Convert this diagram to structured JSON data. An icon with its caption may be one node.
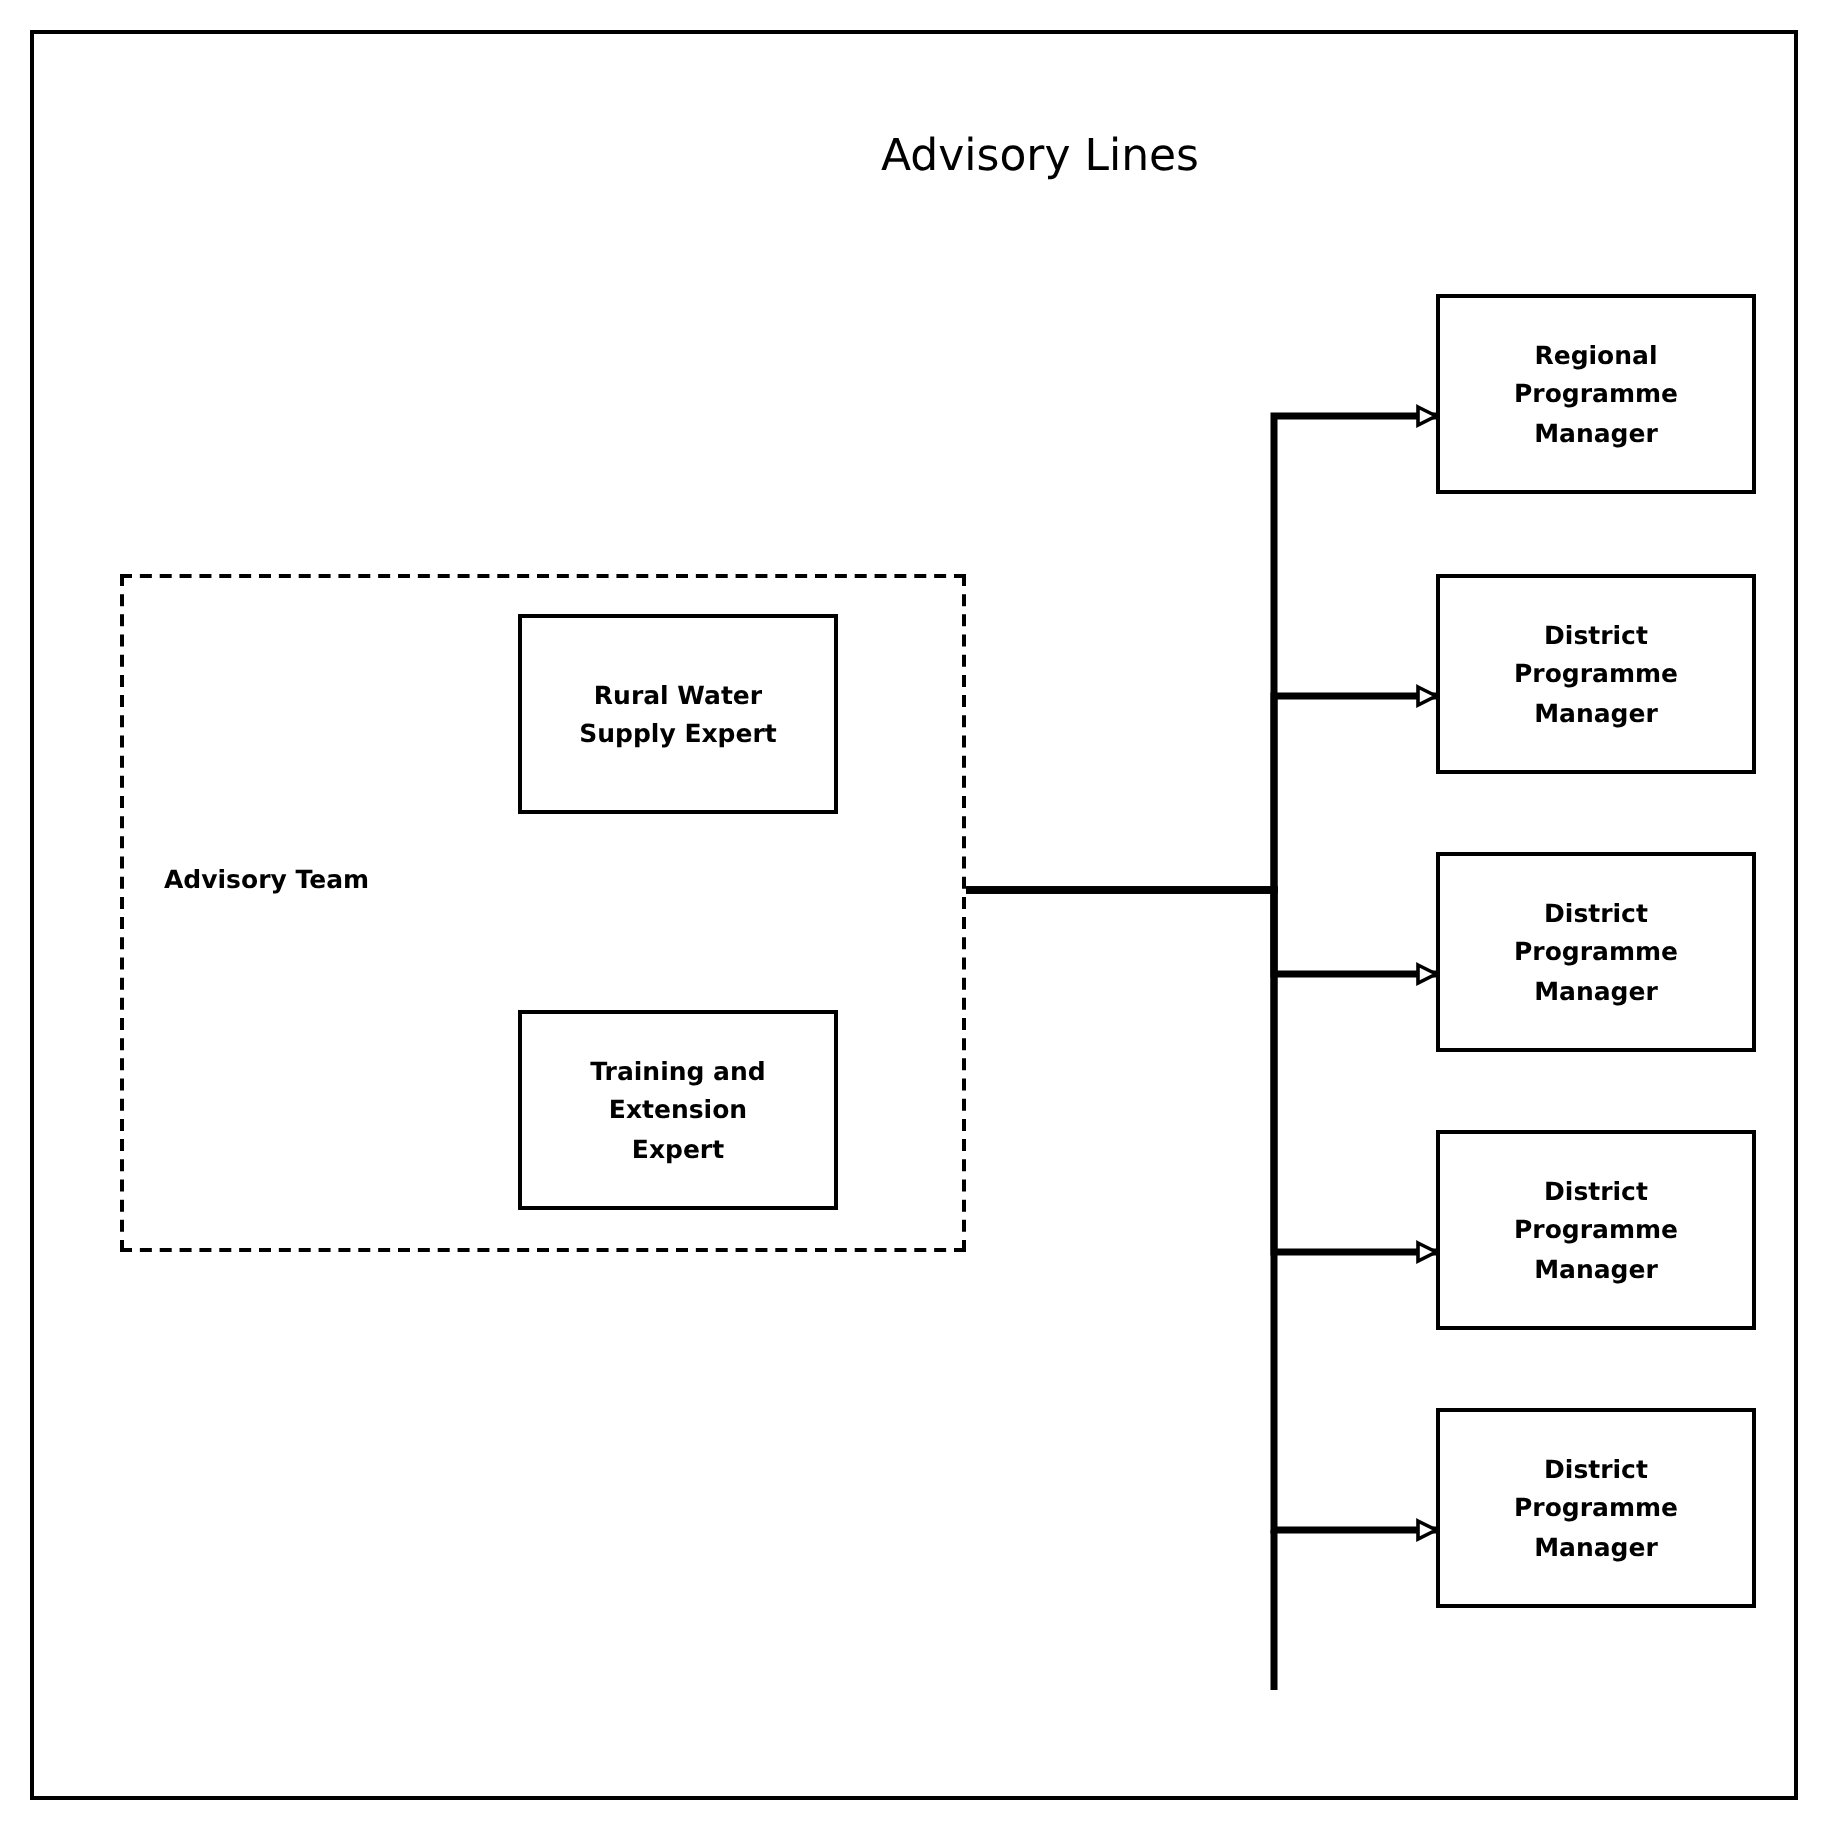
{
  "diagram": {
    "title": "Advisory Lines",
    "nodes": [
      {
        "text": [
          "Advisory Team"
        ]
      },
      {
        "text": [
          "Rural Water Supply Expert"
        ],
        "in": 0
      },
      {
        "text": [
          "Training and Extension Expert"
        ],
        "in": 0
      },
      {
        "text": [
          "Regional Programme Manager"
        ]
      },
      {
        "text": [
          "District Programme Manager"
        ]
      },
      {
        "text": [
          "District Programme Manager"
        ]
      },
      {
        "text": [
          "District Programme Manager"
        ]
      },
      {
        "text": [
          "District Programme Manager"
        ]
      }
    ],
    "edges": [
      {
        "from": 0,
        "to": 3,
        "arrow": "to"
      },
      {
        "from": 0,
        "to": 4,
        "arrow": "to"
      },
      {
        "from": 0,
        "to": 5,
        "arrow": "to"
      },
      {
        "from": 0,
        "to": 6,
        "arrow": "to"
      },
      {
        "from": 0,
        "to": 7,
        "arrow": "to"
      }
    ]
  }
}
